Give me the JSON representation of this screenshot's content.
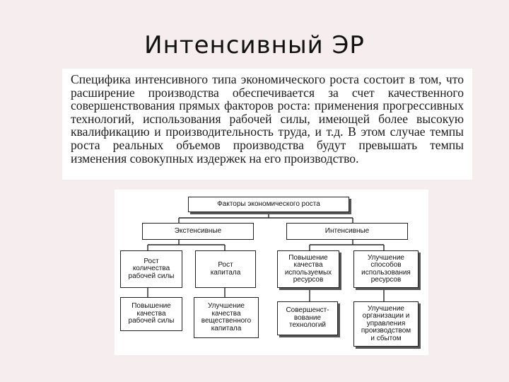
{
  "slide": {
    "title": "Интенсивный ЭР"
  },
  "description": {
    "text": "Специфика интенсивного типа экономического роста состоит в том, что расширение производства обеспечивается за счет качественного совершенствования прямых факторов роста: применения прогрессивных технологий, использования рабочей силы, имеющей более высокую квалификацию и производительность труда, и т.д. В этом случае темпы роста реальных объемов производства будут превышать темпы изменения совокупных издержек на его производство."
  },
  "diagram": {
    "root": "Факторы экономического роста",
    "extensive": {
      "label": "Экстенсивные",
      "items": [
        "Рост\nколичества\nрабочей силы",
        "Рост\nкапитала",
        "Повышение\nкачества\nрабочей силы",
        "Улучшение\nкачества\nвещественного\nкапитала"
      ]
    },
    "intensive": {
      "label": "Интенсивные",
      "items": [
        "Повышение\nкачества\nиспользуемых\nресурсов",
        "Улучшение\nспособов\nиспользования\nресурсов",
        "Совершенст-\nвование\nтехнологий",
        "Улучшение\nорганизации и\nуправления\nпроизводством\nи сбытом"
      ]
    }
  }
}
